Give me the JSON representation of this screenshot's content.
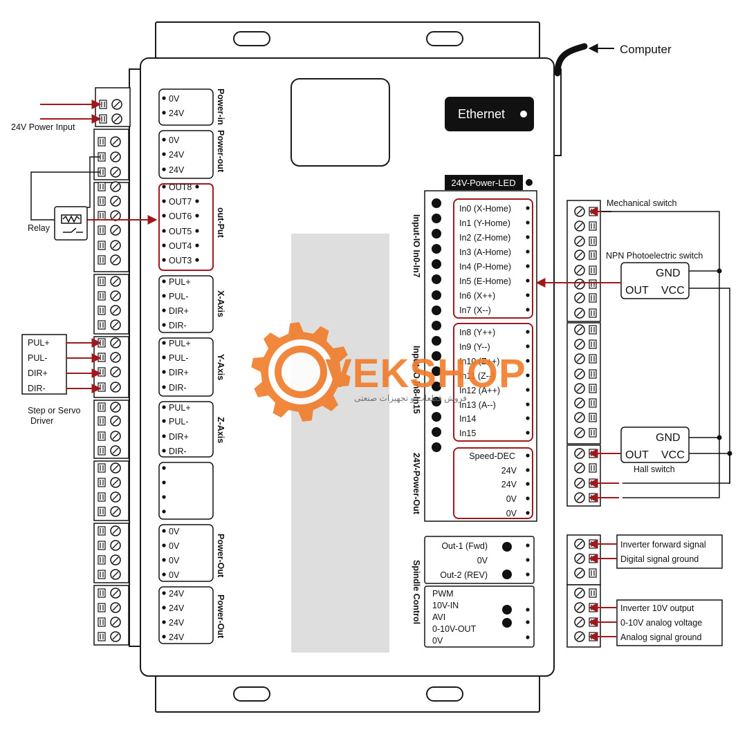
{
  "colors": {
    "frame": "#1a1a1a",
    "wire": "#a0181c",
    "dark": "#111111",
    "logo_orange": "#f07c2a",
    "watermark_grey": "#dedede"
  },
  "computer_label": "Computer",
  "ethernet_label": "Ethernet",
  "power_led_label": "24V-Power-LED",
  "left_external": {
    "power_input": "24V Power Input",
    "relay": "Relay",
    "driver_pins": [
      "PUL+",
      "PUL-",
      "DIR+",
      "DIR-"
    ],
    "driver_caption_1": "Step or Servo",
    "driver_caption_2": "Driver"
  },
  "left_groups": [
    {
      "side": "Power-in",
      "pins": [
        "0V",
        "24V"
      ]
    },
    {
      "side": "Power-out",
      "pins": [
        "0V",
        "24V",
        "24V"
      ]
    },
    {
      "side": "out-Put",
      "pins": [
        "OUT8",
        "OUT7",
        "OUT6",
        "OUT5",
        "OUT4",
        "OUT3"
      ]
    },
    {
      "side": "X-Axis",
      "pins": [
        "PUL+",
        "PUL-",
        "DIR+",
        "DIR-"
      ]
    },
    {
      "side": "Y-Axis",
      "pins": [
        "PUL+",
        "PUL-",
        "DIR+",
        "DIR-"
      ]
    },
    {
      "side": "Z-Axis",
      "pins": [
        "PUL+",
        "PUL-",
        "DIR+",
        "DIR-"
      ]
    },
    {
      "side": "",
      "pins": [
        "",
        "",
        "",
        ""
      ]
    },
    {
      "side": "Power-Out",
      "pins": [
        "0V",
        "0V",
        "0V",
        "0V"
      ]
    },
    {
      "side": "Power-Out",
      "pins": [
        "24V",
        "24V",
        "24V",
        "24V"
      ]
    }
  ],
  "right_sections": [
    {
      "side": "Input-IO In0-In7",
      "pins": [
        "In0 (X-Home)",
        "In1 (Y-Home)",
        "In2 (Z-Home)",
        "In3 (A-Home)",
        "In4 (P-Home)",
        "In5 (E-Home)",
        "In6 (X++)",
        "In7 (X--)"
      ]
    },
    {
      "side": "Input-IO In8-In15",
      "pins": [
        "In8 (Y++)",
        "In9 (Y--)",
        "In10 (Z++)",
        "In11 (Z--)",
        "In12 (A++)",
        "In13 (A--)",
        "In14",
        "In15"
      ]
    },
    {
      "side": "24V-Power-Out",
      "pins": [
        "Speed-DEC",
        "24V",
        "24V",
        "0V",
        "0V"
      ]
    }
  ],
  "spindle": {
    "side": "Spindle Control",
    "top_pins": [
      "Out-1 (Fwd)",
      "0V",
      "Out-2 (REV)"
    ],
    "bottom_pins": [
      "PWM",
      "10V-IN",
      "AVI",
      "0-10V-OUT",
      "0V"
    ]
  },
  "right_external": {
    "mechanical_switch": "Mechanical switch",
    "npn_title": "NPN Photoelectric switch",
    "hall_title": "Hall switch",
    "gnd": "GND",
    "out": "OUT",
    "vcc": "VCC",
    "inverter_labels": [
      "Inverter forward signal",
      "Digital signal ground",
      "Inverter 10V output",
      "0-10V analog voltage",
      "Analog signal ground"
    ]
  },
  "watermark": {
    "brand": "VEKSHOP",
    "tagline": "فروش قطعات و تجهیزات صنعتی"
  }
}
